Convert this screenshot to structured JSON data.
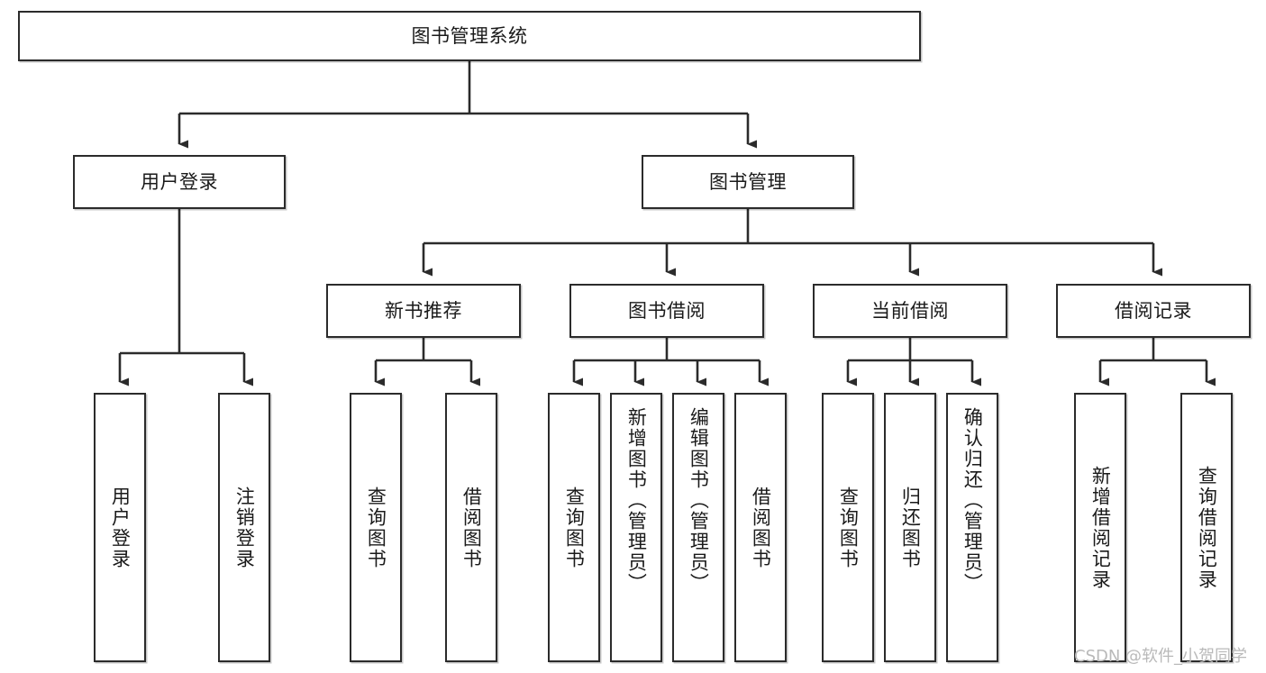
{
  "diagram": {
    "type": "hierarchy-tree",
    "title": "图书管理系统",
    "root": {
      "label": "图书管理系统"
    },
    "level1": [
      {
        "label": "用户登录"
      },
      {
        "label": "图书管理"
      }
    ],
    "level2": [
      {
        "label": "新书推荐"
      },
      {
        "label": "图书借阅"
      },
      {
        "label": "当前借阅"
      },
      {
        "label": "借阅记录"
      }
    ],
    "leaves": {
      "user_login": [
        {
          "label": "用户登录"
        },
        {
          "label": "注销登录"
        }
      ],
      "new_book_recommend": [
        {
          "label": "查询图书"
        },
        {
          "label": "借阅图书"
        }
      ],
      "book_borrow": [
        {
          "label": "查询图书"
        },
        {
          "label": "新增图书（管理员）"
        },
        {
          "label": "编辑图书（管理员）"
        },
        {
          "label": "借阅图书"
        }
      ],
      "current_borrow": [
        {
          "label": "查询图书"
        },
        {
          "label": "归还图书"
        },
        {
          "label": "确认归还（管理员）"
        }
      ],
      "borrow_record": [
        {
          "label": "新增借阅记录"
        },
        {
          "label": "查询借阅记录"
        }
      ]
    }
  },
  "watermark": {
    "text": "CSDN @软件_小贺同学"
  },
  "colors": {
    "border": "#2b2b2b",
    "text": "#1a1a1a",
    "background": "#ffffff",
    "watermark": "#b9b9b9"
  }
}
